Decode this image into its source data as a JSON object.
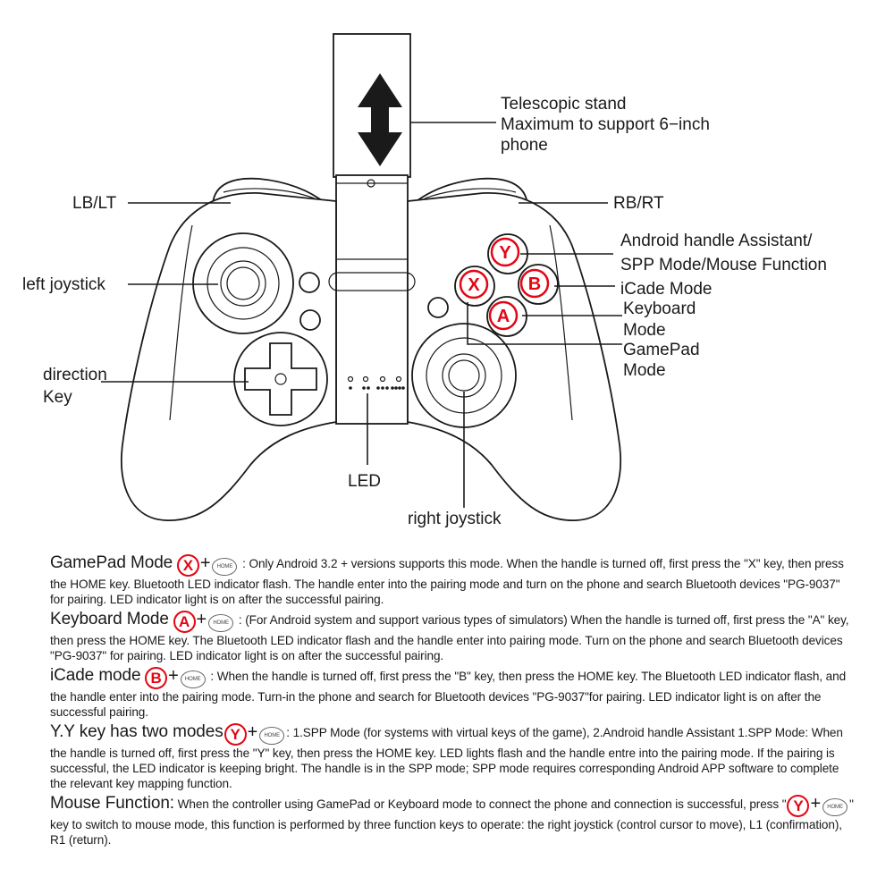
{
  "labels": {
    "telescopic_1": "Telescopic stand",
    "telescopic_2": "Maximum to support 6−inch",
    "telescopic_3": "phone",
    "lb_lt": "LB/LT",
    "rb_rt": "RB/RT",
    "android_1": "Android handle Assistant/",
    "android_2": "SPP Mode/Mouse Function",
    "icade": "iCade Mode",
    "keyboard_1": "Keyboard",
    "keyboard_2": "Mode",
    "gamepad_1": "GamePad",
    "gamepad_2": "Mode",
    "left_joystick": "left joystick",
    "direction_1": "direction",
    "direction_2": "Key",
    "led": "LED",
    "right_joystick": "right joystick"
  },
  "buttons": {
    "y": "Y",
    "x": "X",
    "b": "B",
    "a": "A",
    "home": "HOME"
  },
  "colors": {
    "accent": "#e30613",
    "ink": "#1a1a1a"
  },
  "instructions": {
    "gamepad": {
      "head": "GamePad Mode",
      "colon": ":",
      "body": "Only Android 3.2 + versions supports  this mode.  When the handle is turned  off, first press the \"X\" key, then press the HOME key. Bluetooth LED indicator flash.  The handle enter into the pairing mode and turn on  the phone and search Bluetooth devices \"PG-9037\" for pairing. LED indicator light is on after the successful pairing."
    },
    "keyboard": {
      "head": "Keyboard Mode",
      "colon": ":",
      "body": "(For Android system and support various types of simulators) When the handle is turned off, first press the \"A\" key, then press the HOME key. The Bluetooth LED indicator flash and the handle enter into pairing mode. Turn on the phone and search Bluetooth devices \"PG-9037\" for pairing. LED indicator light is on after the successful pairing."
    },
    "icade": {
      "head": "iCade mode",
      "colon": ":",
      "body": "When the handle is turned off, first press the \"B\" key, then press the HOME key. The Bluetooth LED indicator flash, and the handle enter into the pairing mode. Turn-in the phone and search for Bluetooth devices \"PG-9037\"for pairing. LED indicator light is on after the successful pairing."
    },
    "yy": {
      "head": "Y.Y key has two modes",
      "colon": ":",
      "body": "1.SPP Mode (for systems with virtual keys of the game), 2.Android handle Assistant 1.SPP Mode:  When the handle is turned  off, first press the \"Y\" key, then press the HOME key. LED lights flash and the handle entre into the pairing mode.  If the pairing is successful, the LED indicator is  keeping bright. The handle is in  the SPP mode; SPP mode requires corresponding Android APP software to complete the relevant key mapping function."
    },
    "mouse": {
      "head": "Mouse Function:",
      "body_1": "When the controller using GamePad or Keyboard mode to connect the phone and connection is successful, press \"",
      "body_2": "\" key to switch to mouse mode, this function is performed by three function keys to operate: the right joystick (control cursor to move), L1 (confirmation), R1 (return)."
    }
  }
}
